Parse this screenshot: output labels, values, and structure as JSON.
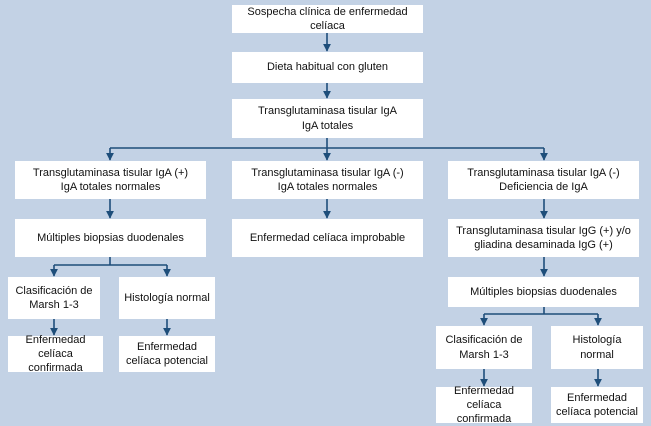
{
  "colors": {
    "background": "#c3d2e5",
    "box": "#ffffff",
    "connector": "#1e4e7a"
  },
  "nodes": {
    "suspicion": {
      "lines": [
        "Sospecha clínica de enfermedad celíaca"
      ]
    },
    "diet": {
      "lines": [
        "Dieta habitual con gluten"
      ]
    },
    "ttg_test": {
      "lines": [
        "Transglutaminasa tisular IgA",
        "IgA totales"
      ]
    },
    "left_result": {
      "lines": [
        "Transglutaminasa tisular IgA (+)",
        "IgA totales normales"
      ]
    },
    "mid_result": {
      "lines": [
        "Transglutaminasa tisular IgA (-)",
        "IgA totales normales"
      ]
    },
    "right_result": {
      "lines": [
        "Transglutaminasa tisular IgA (-)",
        "Deficiencia de IgA"
      ]
    },
    "left_biopsy": {
      "lines": [
        "Múltiples biopsias duodenales"
      ]
    },
    "mid_outcome": {
      "lines": [
        "Enfermedad celíaca improbable"
      ]
    },
    "right_igg": {
      "lines": [
        "Transglutaminasa tisular IgG (+) y/o",
        "gliadina desaminada IgG (+)"
      ]
    },
    "left_marsh": {
      "lines": [
        "Clasificación de",
        "Marsh 1-3"
      ]
    },
    "left_normal": {
      "lines": [
        "Histología normal"
      ]
    },
    "right_biopsy": {
      "lines": [
        "Múltiples biopsias duodenales"
      ]
    },
    "left_confirmed": {
      "lines": [
        "Enfermedad",
        "celíaca confirmada"
      ]
    },
    "left_potential": {
      "lines": [
        "Enfermedad",
        "celíaca potencial"
      ]
    },
    "right_marsh": {
      "lines": [
        "Clasificación de",
        "Marsh 1-3"
      ]
    },
    "right_normal": {
      "lines": [
        "Histología normal"
      ]
    },
    "right_confirmed": {
      "lines": [
        "Enfermedad",
        "celíaca confirmada"
      ]
    },
    "right_potential": {
      "lines": [
        "Enfermedad",
        "celíaca potencial"
      ]
    }
  }
}
